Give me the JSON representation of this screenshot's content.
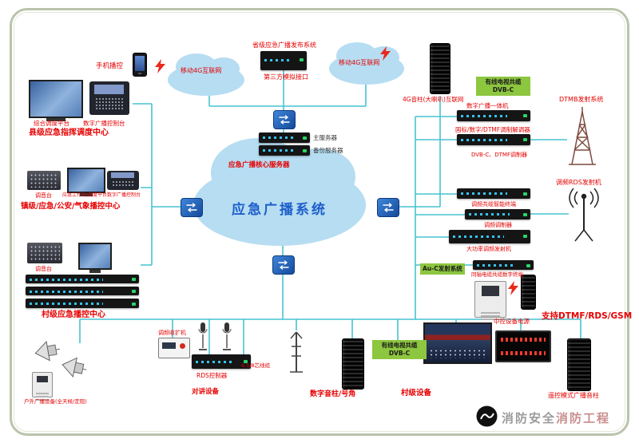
{
  "top": {
    "phone_control": "手机播控",
    "cloud_left": "移动4G互联网",
    "cloud_right": "移动4G互联网",
    "provincial_system": "省级应急广播发布系统",
    "third_party_interface": "第三方模拟接口"
  },
  "center": {
    "cloud_title": "应急广播系统",
    "server_main": "主服务器",
    "server_backup": "备份服务器",
    "core_server": "应急广播核心服务器"
  },
  "left": {
    "county": {
      "title": "县级应急指挥调度中心",
      "dispatch_platform": "综合调度平台",
      "console": "数字广播控制台"
    },
    "town": {
      "title": "镇级/应急/公安/气象播控中心",
      "mixer": "调音台",
      "workstation": "应急工作站/调度平台",
      "console": "数字广播控制台"
    },
    "village": {
      "title": "村级应急播控中心",
      "mixer": "调音台"
    }
  },
  "right": {
    "tower_4g": "4G音柱(大喇叭)互联网",
    "catv": "有线电视共缆\nDVB-C",
    "all_in_one": "数字广播一体机",
    "modem": "国标/数字/DTMF调制解调器",
    "dvbc_modulator": "DVB-C、DTMF调制器",
    "dtmb_system": "DTMB发射系统",
    "fm_rds_transmitter": "调频RDS发射机",
    "fm_terminal": "调频共缆智能终端",
    "fm_modulator": "调频调制器",
    "fm_power_transmitter": "大功率调频发射机",
    "auc_system": "Au-C发射系统",
    "coax_terminal": "同轴电缆共缆数字终端",
    "control_power": "中控设备电源",
    "support": "支持DTMF/RDS/GSM"
  },
  "bottom": {
    "fm_receiver": "调频收扩机",
    "rds_controller": "RDS控制器",
    "cable": "6.5/8芯线缆",
    "intercom": "对讲设备",
    "digital_column": "数字音柱/号角",
    "catv": "有线电视共缆\nDVB-C",
    "village_devices": "村级设备",
    "outdoor": "户外广播设备(全天候/定阻)",
    "remote_column": "遥控模式广播音柱"
  },
  "watermark": {
    "part1": "消防安全",
    "part2": "消防工程"
  }
}
